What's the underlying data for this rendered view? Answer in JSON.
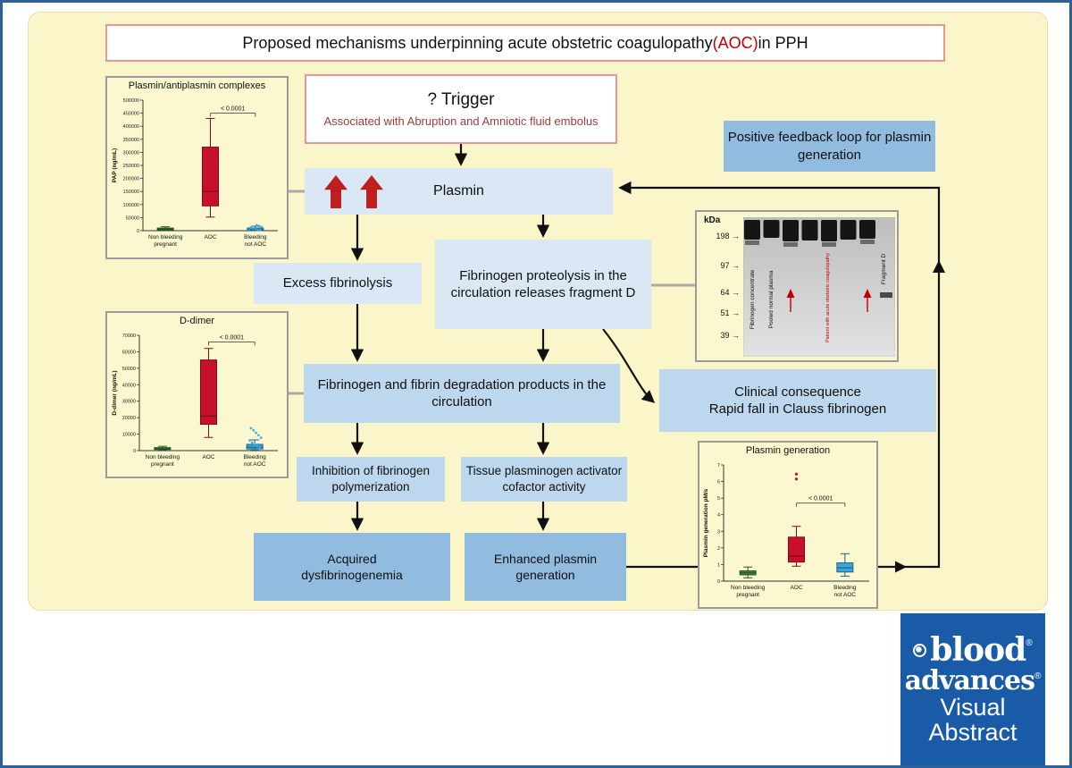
{
  "colors": {
    "panel_bg": "#FAF6C9",
    "box_light": "#DAE8F6",
    "box_mid": "#BDD7EE",
    "box_dark": "#92BCDF",
    "accent_red": "#C00000",
    "border_red": "#F09393",
    "outer_border_blue": "#2D6094",
    "logo_blue": "#1A5BA8"
  },
  "title": {
    "prefix": "Proposed mechanisms underpinning acute obstetric coagulopathy ",
    "highlight": "(AOC)",
    "suffix": " in PPH"
  },
  "trigger": {
    "heading": "? Trigger",
    "subtext": "Associated with Abruption and Amniotic fluid embolus"
  },
  "boxes": {
    "plasmin": "Plasmin",
    "excess_fibrinolysis": "Excess fibrinolysis",
    "fibrinogen_proteolysis": "Fibrinogen proteolysis in the circulation releases fragment D",
    "positive_feedback": "Positive feedback loop for plasmin generation",
    "degradation_products": "Fibrinogen and fibrin degradation products in the circulation",
    "clinical_consequence_line1": "Clinical consequence",
    "clinical_consequence_line2": "Rapid fall in Clauss fibrinogen",
    "inhibition": "Inhibition of fibrinogen polymerization",
    "tpa_cofactor": "Tissue plasminogen activator cofactor activity",
    "acquired_dysfibrinogenemia": "Acquired dysfibrinogenemia",
    "enhanced_plasmin": "Enhanced plasmin generation"
  },
  "gel": {
    "unit_label": "kDa",
    "ladder": [
      "198",
      "97",
      "64",
      "51",
      "39"
    ],
    "lane_fibrinogen_concentrate": "Fibrinogen concentrate",
    "lane_pooled_normal_plasma": "Pooled normal plasma",
    "lane_patient": "Patient with acute obstetric coagulopathy",
    "lane_fragment_d": "Fragment D"
  },
  "logo": {
    "word1": "blood",
    "word2": "advances",
    "word3": "Visual",
    "word4": "Abstract",
    "registered": "®"
  },
  "chart_data": [
    {
      "type": "box",
      "title": "Plasmin/antiplasmin complexes",
      "ylabel": "PAP (ng/mL)",
      "ylim": [
        0,
        500000
      ],
      "ytick": 50000,
      "categories": [
        [
          "Non bleeding",
          "pregnant"
        ],
        [
          "AOC"
        ],
        [
          "Bleeding",
          "not AOC"
        ]
      ],
      "groups": [
        {
          "name": "Non bleeding pregnant",
          "color": "#3C8A3F",
          "whisker": [
            1000,
            15000
          ],
          "box": [
            3000,
            10000
          ],
          "median": 6000
        },
        {
          "name": "AOC",
          "color": "#C8102E",
          "whisker": [
            52000,
            430000
          ],
          "box": [
            95000,
            320000
          ],
          "median": 150000
        },
        {
          "name": "Bleeding not AOC",
          "color": "#35A7DE",
          "whisker": [
            500,
            17000
          ],
          "box": [
            2000,
            10000
          ],
          "median": 5500,
          "points": [
            1000,
            2500,
            4000,
            6000,
            8500,
            11000,
            14000,
            18000,
            21000
          ]
        }
      ],
      "annotation": {
        "text": "< 0.0001",
        "y": 450000,
        "from": 1,
        "to": 2
      }
    },
    {
      "type": "box",
      "title": "D-dimer",
      "ylabel": "D-dimer (ng/mL)",
      "ylim": [
        0,
        70000
      ],
      "ytick": 10000,
      "categories": [
        [
          "Non bleeding",
          "pregnant"
        ],
        [
          "AOC"
        ],
        [
          "Bleeding",
          "not AOC"
        ]
      ],
      "groups": [
        {
          "name": "Non bleeding pregnant",
          "color": "#3C8A3F",
          "whisker": [
            300,
            2600
          ],
          "box": [
            700,
            1800
          ],
          "median": 1200
        },
        {
          "name": "AOC",
          "color": "#C8102E",
          "whisker": [
            8000,
            62000
          ],
          "box": [
            16000,
            55000
          ],
          "median": 21000
        },
        {
          "name": "Bleeding not AOC",
          "color": "#35A7DE",
          "whisker": [
            300,
            6500
          ],
          "box": [
            1000,
            3800
          ],
          "median": 2000,
          "points": [
            700,
            1500,
            2500,
            3500,
            4800,
            6200,
            7800,
            9300,
            10800,
            12300,
            13600
          ]
        }
      ],
      "annotation": {
        "text": "< 0.0001",
        "y": 66000,
        "from": 1,
        "to": 2
      }
    },
    {
      "type": "box",
      "title": "Plasmin generation",
      "ylabel": "Plasmin generation pM/s",
      "ylim": [
        0,
        7
      ],
      "ytick": 1,
      "categories": [
        [
          "Non bleeding",
          "pregnant"
        ],
        [
          "AOC"
        ],
        [
          "Bleeding",
          "not AOC"
        ]
      ],
      "groups": [
        {
          "name": "Non bleeding pregnant",
          "color": "#3C8A3F",
          "whisker": [
            0.2,
            0.85
          ],
          "box": [
            0.38,
            0.62
          ],
          "median": 0.5
        },
        {
          "name": "AOC",
          "color": "#C8102E",
          "whisker": [
            0.9,
            3.3
          ],
          "box": [
            1.15,
            2.65
          ],
          "median": 1.5,
          "outliers": [
            6.15,
            6.45
          ]
        },
        {
          "name": "Bleeding not AOC",
          "color": "#35A7DE",
          "whisker": [
            0.3,
            1.65
          ],
          "box": [
            0.55,
            1.1
          ],
          "median": 0.8
        }
      ],
      "annotation": {
        "text": "< 0.0001",
        "y": 4.7,
        "from": 1,
        "to": 2
      }
    }
  ]
}
